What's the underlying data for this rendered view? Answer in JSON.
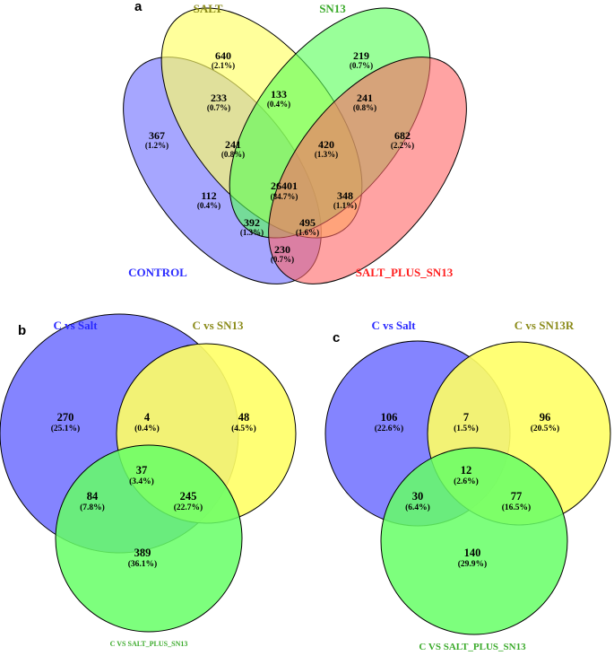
{
  "panel_a": {
    "letter": "a",
    "sets": {
      "control": {
        "label": "CONTROL",
        "color": "#2a2aff",
        "fill": "#7777ff"
      },
      "salt": {
        "label": "SALT",
        "color": "#8b8b1a",
        "fill": "#ffff66"
      },
      "sn13": {
        "label": "SN13",
        "color": "#3aaa2a",
        "fill": "#55ff55"
      },
      "salt_plus_sn13": {
        "label": "SALT_PLUS_SN13",
        "color": "#ff2020",
        "fill": "#ff6666"
      }
    },
    "regions": {
      "salt_only": {
        "count": "640",
        "pct": "(2.1%)"
      },
      "sn13_only": {
        "count": "219",
        "pct": "(0.7%)"
      },
      "control_salt": {
        "count": "233",
        "pct": "(0.7%)"
      },
      "salt_sn13": {
        "count": "133",
        "pct": "(0.4%)"
      },
      "sn13_sps": {
        "count": "241",
        "pct": "(0.8%)"
      },
      "control_only": {
        "count": "367",
        "pct": "(1.2%)"
      },
      "sps_only": {
        "count": "682",
        "pct": "(2.2%)"
      },
      "control_salt_sn13": {
        "count": "241",
        "pct": "(0.8%)"
      },
      "salt_sn13_sps": {
        "count": "420",
        "pct": "(1.3%)"
      },
      "all_four": {
        "count": "26401",
        "pct": "(84.7%)"
      },
      "control_sn13": {
        "count": "112",
        "pct": "(0.4%)"
      },
      "salt_sps": {
        "count": "348",
        "pct": "(1.1%)"
      },
      "control_sn13_sps": {
        "count": "392",
        "pct": "(1.3%)"
      },
      "control_salt_sps": {
        "count": "495",
        "pct": "(1.6%)"
      },
      "control_sps": {
        "count": "230",
        "pct": "(0.7%)"
      }
    }
  },
  "panel_b": {
    "letter": "b",
    "sets": {
      "c_vs_salt": {
        "label": "C vs Salt",
        "color": "#2a2aff",
        "fill": "#7777ff"
      },
      "c_vs_sn13": {
        "label": "C vs SN13",
        "color": "#8b8b1a",
        "fill": "#ffff66"
      },
      "c_vs_sps": {
        "label": "C VS SALT_PLUS_SN13",
        "color": "#3aaa2a",
        "fill": "#66ff66"
      }
    },
    "regions": {
      "salt_only": {
        "count": "270",
        "pct": "(25.1%)"
      },
      "salt_sn13": {
        "count": "4",
        "pct": "(0.4%)"
      },
      "sn13_only": {
        "count": "48",
        "pct": "(4.5%)"
      },
      "all_three": {
        "count": "37",
        "pct": "(3.4%)"
      },
      "salt_sps": {
        "count": "84",
        "pct": "(7.8%)"
      },
      "sn13_sps": {
        "count": "245",
        "pct": "(22.7%)"
      },
      "sps_only": {
        "count": "389",
        "pct": "(36.1%)"
      }
    }
  },
  "panel_c": {
    "letter": "c",
    "sets": {
      "c_vs_salt": {
        "label": "C vs Salt",
        "color": "#2a2aff",
        "fill": "#7777ff"
      },
      "c_vs_sn13r": {
        "label": "C vs SN13R",
        "color": "#8b8b1a",
        "fill": "#ffff66"
      },
      "c_vs_sps": {
        "label": "C VS SALT_PLUS_SN13",
        "color": "#3aaa2a",
        "fill": "#66ff66"
      }
    },
    "regions": {
      "salt_only": {
        "count": "106",
        "pct": "(22.6%)"
      },
      "salt_sn13": {
        "count": "7",
        "pct": "(1.5%)"
      },
      "sn13_only": {
        "count": "96",
        "pct": "(20.5%)"
      },
      "all_three": {
        "count": "12",
        "pct": "(2.6%)"
      },
      "salt_sps": {
        "count": "30",
        "pct": "(6.4%)"
      },
      "sn13_sps": {
        "count": "77",
        "pct": "(16.5%)"
      },
      "sps_only": {
        "count": "140",
        "pct": "(29.9%)"
      }
    }
  }
}
